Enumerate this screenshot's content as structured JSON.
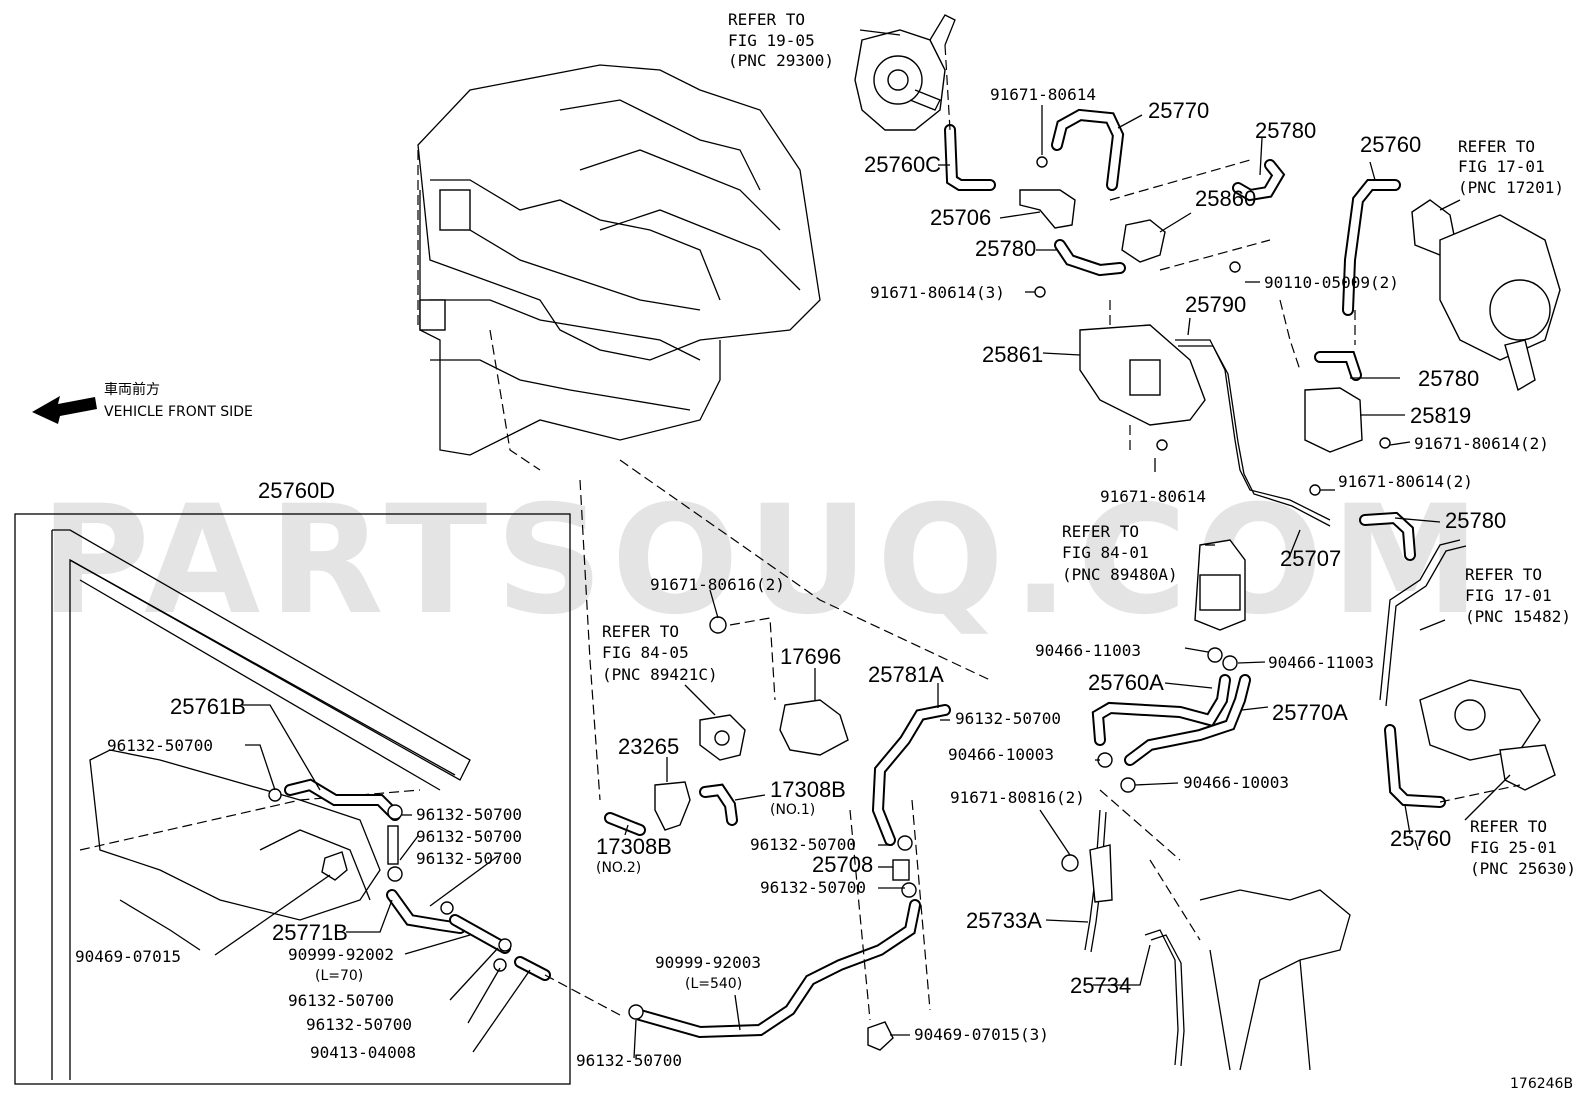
{
  "watermark": "PARTSOUQ.COM",
  "diagram_id": "176246B",
  "front_jp": "車両前方",
  "front_en": "VEHICLE FRONT SIDE",
  "refs": {
    "r1": [
      "REFER TO",
      "FIG 19-05",
      "(PNC 29300)"
    ],
    "r2": [
      "REFER TO",
      "FIG 17-01",
      "(PNC 17201)"
    ],
    "r3": [
      "REFER TO",
      "FIG 84-01",
      "(PNC 89480A)"
    ],
    "r4": [
      "REFER TO",
      "FIG 17-01",
      "(PNC 15482)"
    ],
    "r5": [
      "REFER TO",
      "FIG 84-05",
      "(PNC 89421C)"
    ],
    "r6": [
      "REFER TO",
      "FIG 25-01",
      "(PNC 25630)"
    ]
  },
  "labels": {
    "p91671_80614_a": "91671-80614",
    "p25770": "25770",
    "p25780_a": "25780",
    "p25760_a": "25760",
    "p25760C": "25760C",
    "p25860": "25860",
    "p25706": "25706",
    "p25780_b": "25780",
    "p90110": "90110-05009(2)",
    "p91671_3": "91671-80614(3)",
    "p25790": "25790",
    "p25861": "25861",
    "p25780_c": "25780",
    "p25819": "25819",
    "p91671_2a": "91671-80614(2)",
    "p91671_b": "91671-80614",
    "p91671_2b": "91671-80614(2)",
    "p25780_d": "25780",
    "p25707": "25707",
    "p25760D": "25760D",
    "p91671_80616": "91671-80616(2)",
    "p17696": "17696",
    "p25781A": "25781A",
    "p96132_a": "96132-50700",
    "p90466_a": "90466-11003",
    "p90466_b": "90466-11003",
    "p25760A": "25760A",
    "p25770A": "25770A",
    "p90466_c": "90466-10003",
    "p90466_d": "90466-10003",
    "p91671_80816": "91671-80816(2)",
    "p23265": "23265",
    "p17308B_1": "17308B",
    "p17308B_1n": "(NO.1)",
    "p17308B_2": "17308B",
    "p17308B_2n": "(NO.2)",
    "p96132_b": "96132-50700",
    "p25708": "25708",
    "p96132_c": "96132-50700",
    "p25733A": "25733A",
    "p25734": "25734",
    "p90999_92003": "90999-92003",
    "p90999_92003n": "(L=540)",
    "p90469_3": "90469-07015(3)",
    "p96132_d": "96132-50700",
    "p25760_b": "25760",
    "p25761B": "25761B",
    "p96132_e": "96132-50700",
    "p96132_f": "96132-50700",
    "p96132_g": "96132-50700",
    "p96132_h": "96132-50700",
    "p25771B": "25771B",
    "p90999_92002": "90999-92002",
    "p90999_92002n": "(L=70)",
    "p90469_07015": "90469-07015",
    "p96132_i": "96132-50700",
    "p96132_j": "96132-50700",
    "p90413": "90413-04008"
  }
}
